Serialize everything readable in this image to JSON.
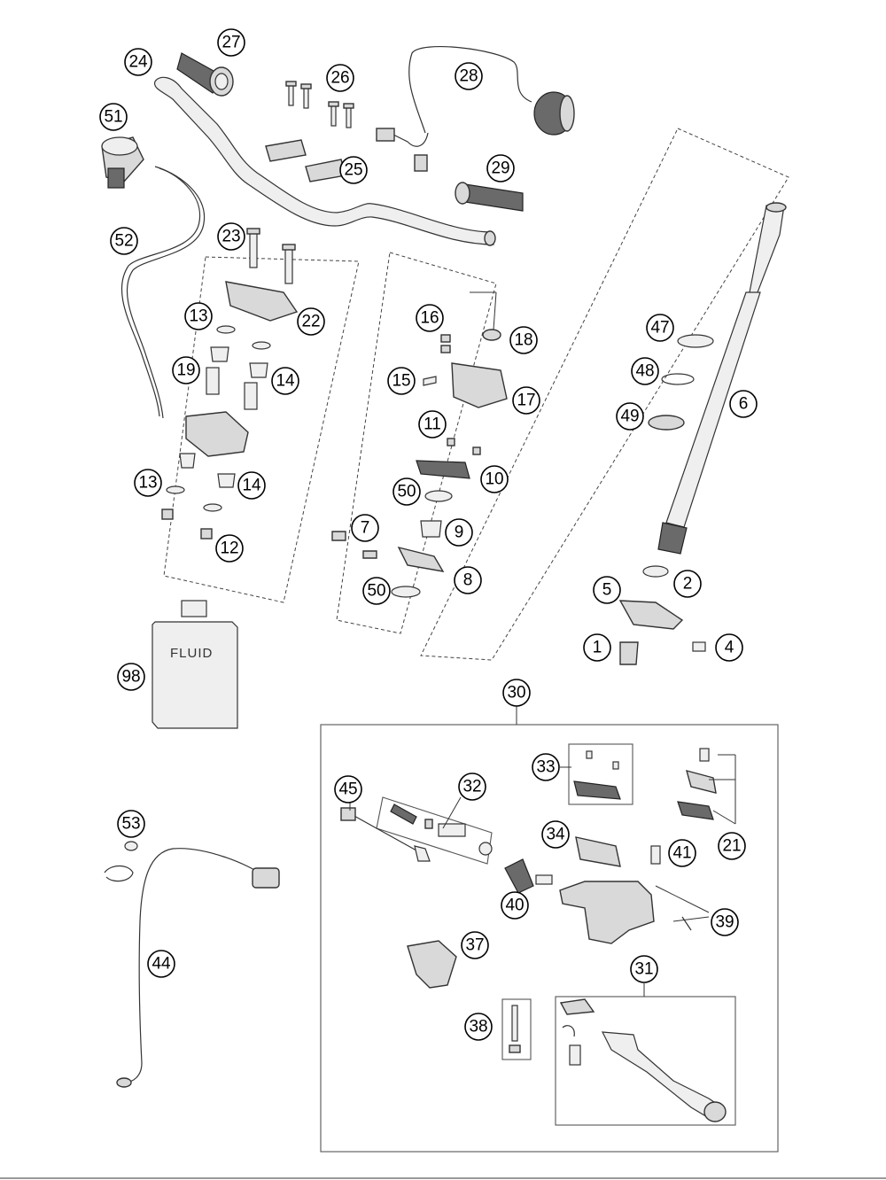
{
  "diagram": {
    "callouts": [
      "1",
      "2",
      "4",
      "5",
      "6",
      "7",
      "8",
      "9",
      "10",
      "11",
      "12",
      "13",
      "13",
      "14",
      "14",
      "15",
      "16",
      "17",
      "18",
      "19",
      "21",
      "22",
      "23",
      "24",
      "25",
      "26",
      "27",
      "28",
      "29",
      "30",
      "31",
      "32",
      "33",
      "34",
      "37",
      "38",
      "39",
      "40",
      "41",
      "44",
      "45",
      "47",
      "48",
      "49",
      "50",
      "50",
      "51",
      "52",
      "53",
      "98"
    ],
    "fluid_label": "FLUID",
    "colors": {
      "line": "#333333",
      "part_fill": "#d9d9d9",
      "dark_fill": "#6a6a6a",
      "background": "#ffffff"
    }
  }
}
